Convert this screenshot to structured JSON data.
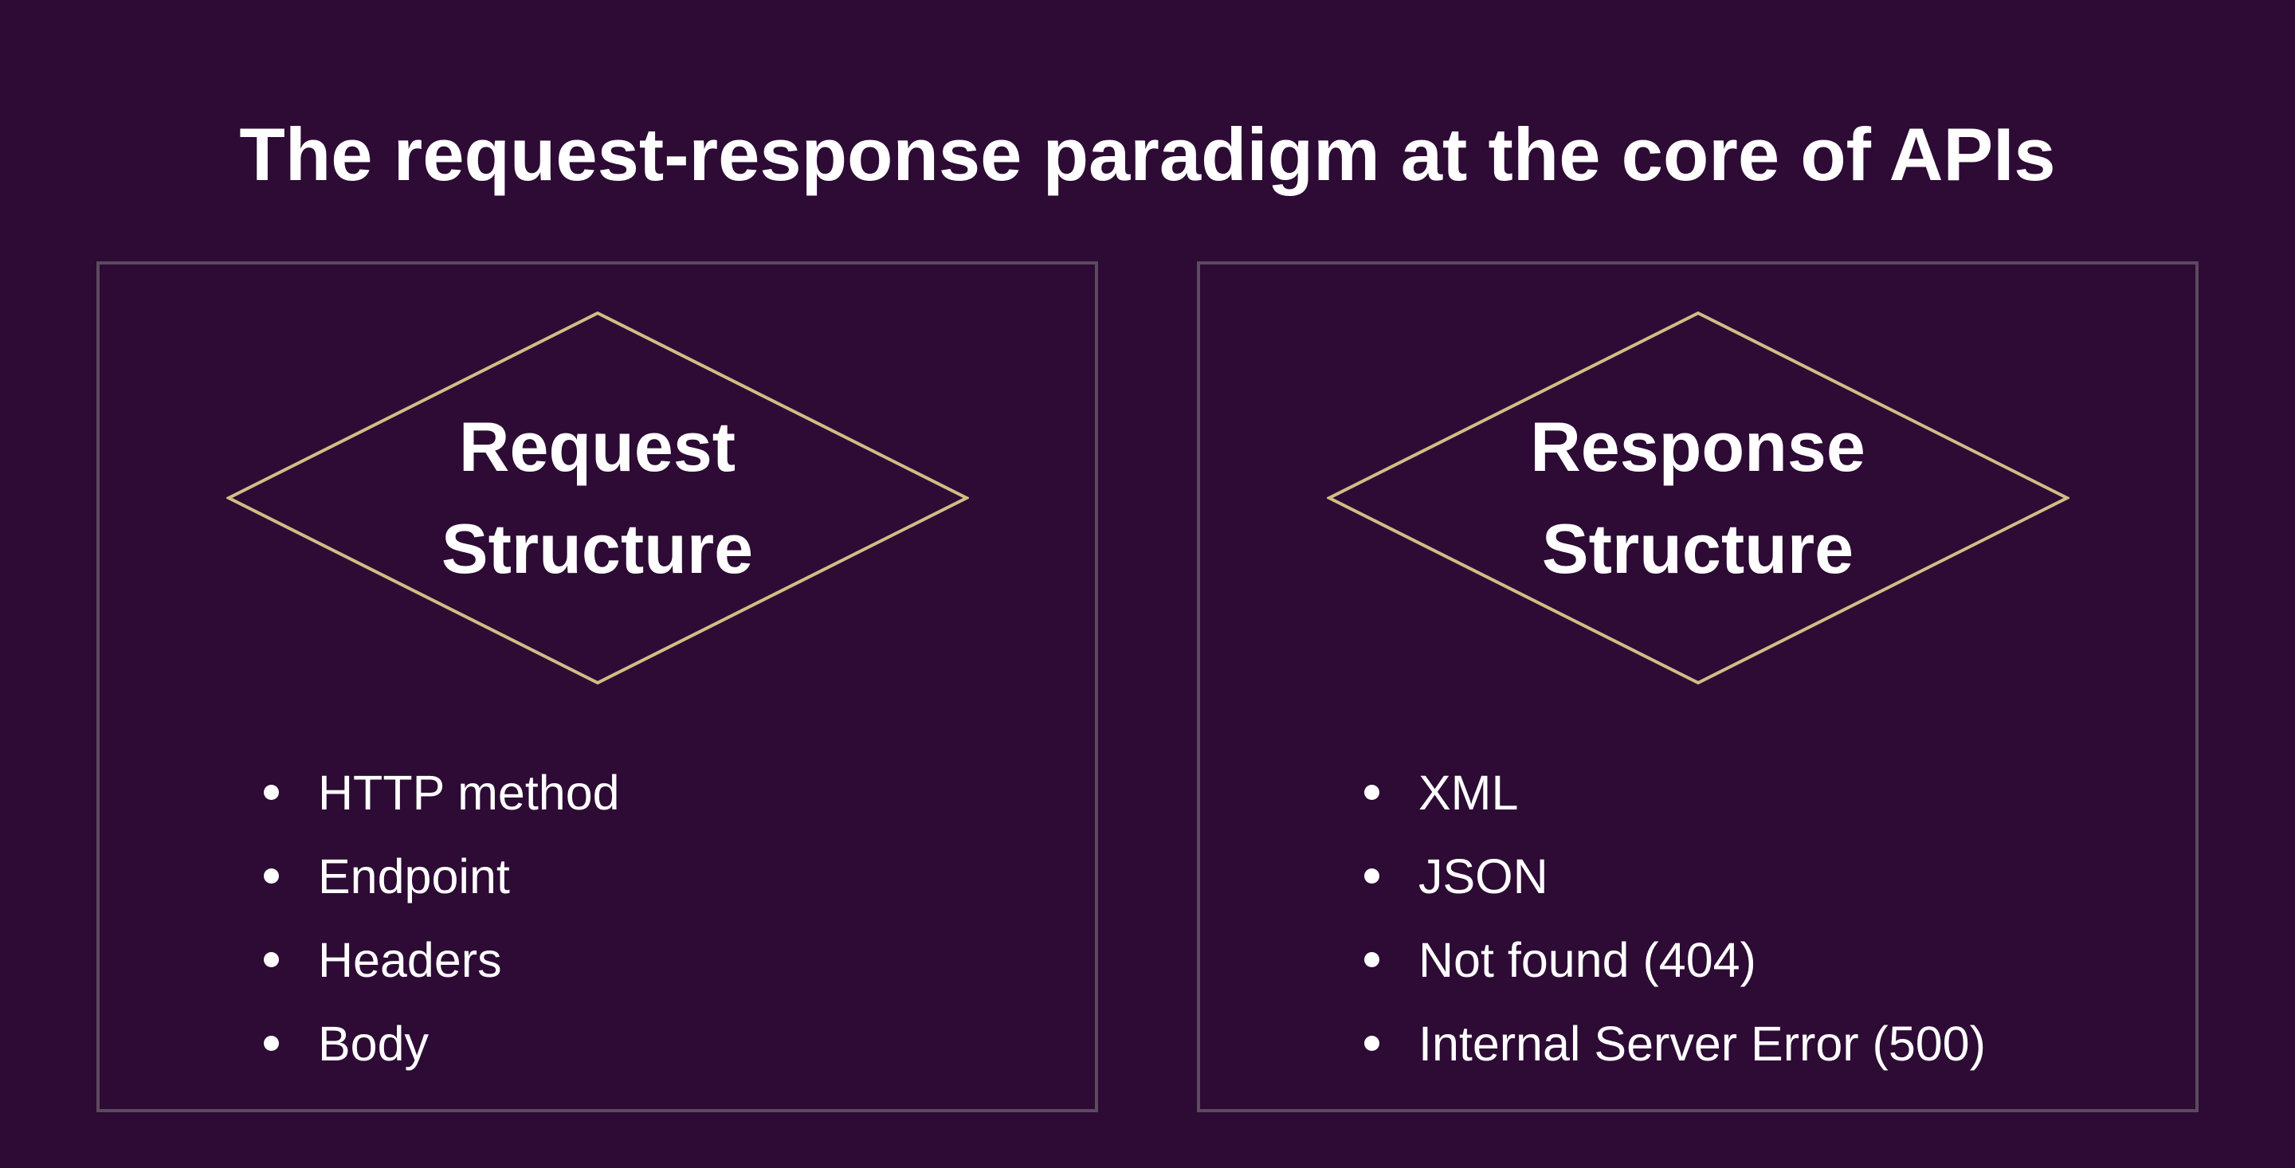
{
  "title": "The request-response paradigm at the core of APIs",
  "colors": {
    "background": "#2d0b35",
    "panel_border": "#5c4a5e",
    "diamond_stroke": "#d2bc86",
    "text": "#ffffff"
  },
  "panels": [
    {
      "name": "request",
      "diamond": {
        "line1": "Request",
        "line2": "Structure"
      },
      "bullets": [
        "HTTP method",
        "Endpoint",
        "Headers",
        "Body"
      ]
    },
    {
      "name": "response",
      "diamond": {
        "line1": "Response",
        "line2": "Structure"
      },
      "bullets": [
        "XML",
        "JSON",
        "Not found (404)",
        "Internal Server Error (500)"
      ]
    }
  ]
}
